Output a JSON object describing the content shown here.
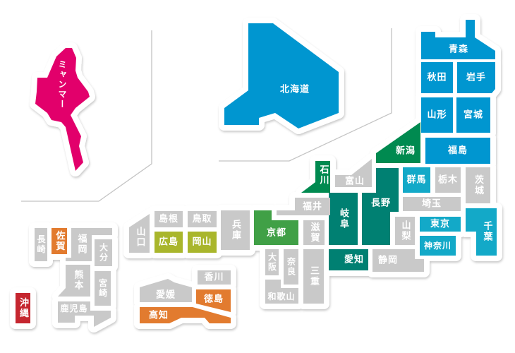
{
  "colors": {
    "tohoku": "#0096d0",
    "kanto": "#13a9c8",
    "hokuriku": "#008a50",
    "chubu": "#008072",
    "kyoto": "#40a046",
    "chugoku": "#a9b62c",
    "orange": "#e27b2f",
    "okinawa": "#c5262f",
    "myanmar": "#e2006b",
    "gray": "#c9c9c9"
  },
  "regions": [
    {
      "id": "myanmar",
      "label": "ミャンマー",
      "color": "myanmar"
    },
    {
      "id": "hokkaido",
      "label": "北海道",
      "color": "tohoku"
    },
    {
      "id": "aomori",
      "label": "青森",
      "color": "tohoku"
    },
    {
      "id": "akita",
      "label": "秋田",
      "color": "tohoku"
    },
    {
      "id": "iwate",
      "label": "岩手",
      "color": "tohoku"
    },
    {
      "id": "yamagata",
      "label": "山形",
      "color": "tohoku"
    },
    {
      "id": "miyagi",
      "label": "宮城",
      "color": "tohoku"
    },
    {
      "id": "fukushima",
      "label": "福島",
      "color": "tohoku"
    },
    {
      "id": "niigata",
      "label": "新潟",
      "color": "hokuriku"
    },
    {
      "id": "ishikawa",
      "label": "石川",
      "color": "hokuriku"
    },
    {
      "id": "toyama",
      "label": "富山",
      "color": "gray"
    },
    {
      "id": "nagano",
      "label": "長野",
      "color": "chubu"
    },
    {
      "id": "gifu",
      "label": "岐阜",
      "color": "chubu"
    },
    {
      "id": "fukui",
      "label": "福井",
      "color": "gray"
    },
    {
      "id": "gunma",
      "label": "群馬",
      "color": "kanto"
    },
    {
      "id": "tochigi",
      "label": "栃木",
      "color": "gray"
    },
    {
      "id": "ibaraki",
      "label": "茨城",
      "color": "gray"
    },
    {
      "id": "saitama",
      "label": "埼玉",
      "color": "gray"
    },
    {
      "id": "chiba",
      "label": "千葉",
      "color": "kanto"
    },
    {
      "id": "tokyo",
      "label": "東京",
      "color": "kanto"
    },
    {
      "id": "kanagawa",
      "label": "神奈川",
      "color": "kanto"
    },
    {
      "id": "yamanashi",
      "label": "山梨",
      "color": "gray"
    },
    {
      "id": "shizuoka",
      "label": "静岡",
      "color": "gray"
    },
    {
      "id": "aichi",
      "label": "愛知",
      "color": "chubu"
    },
    {
      "id": "kyoto",
      "label": "京都",
      "color": "kyoto"
    },
    {
      "id": "shiga",
      "label": "滋賀",
      "color": "gray"
    },
    {
      "id": "osaka",
      "label": "大阪",
      "color": "gray"
    },
    {
      "id": "nara",
      "label": "奈良",
      "color": "gray"
    },
    {
      "id": "mie",
      "label": "三重",
      "color": "gray"
    },
    {
      "id": "wakayama",
      "label": "和歌山",
      "color": "gray"
    },
    {
      "id": "hyogo",
      "label": "兵庫",
      "color": "gray"
    },
    {
      "id": "tottori",
      "label": "鳥取",
      "color": "gray"
    },
    {
      "id": "shimane",
      "label": "島根",
      "color": "gray"
    },
    {
      "id": "hiroshima",
      "label": "広島",
      "color": "chugoku"
    },
    {
      "id": "okayama",
      "label": "岡山",
      "color": "chugoku"
    },
    {
      "id": "yamaguchi",
      "label": "山口",
      "color": "gray"
    },
    {
      "id": "kagawa",
      "label": "香川",
      "color": "gray"
    },
    {
      "id": "ehime",
      "label": "愛媛",
      "color": "gray"
    },
    {
      "id": "tokushima",
      "label": "徳島",
      "color": "orange"
    },
    {
      "id": "kochi",
      "label": "高知",
      "color": "orange"
    },
    {
      "id": "nagasaki",
      "label": "長崎",
      "color": "gray"
    },
    {
      "id": "saga",
      "label": "佐賀",
      "color": "orange"
    },
    {
      "id": "fukuoka",
      "label": "福岡",
      "color": "gray"
    },
    {
      "id": "oita",
      "label": "大分",
      "color": "gray"
    },
    {
      "id": "kumamoto",
      "label": "熊本",
      "color": "gray"
    },
    {
      "id": "miyazaki",
      "label": "宮崎",
      "color": "gray"
    },
    {
      "id": "kagoshima",
      "label": "鹿児島",
      "color": "gray"
    },
    {
      "id": "okinawa",
      "label": "沖縄",
      "color": "okinawa"
    }
  ]
}
